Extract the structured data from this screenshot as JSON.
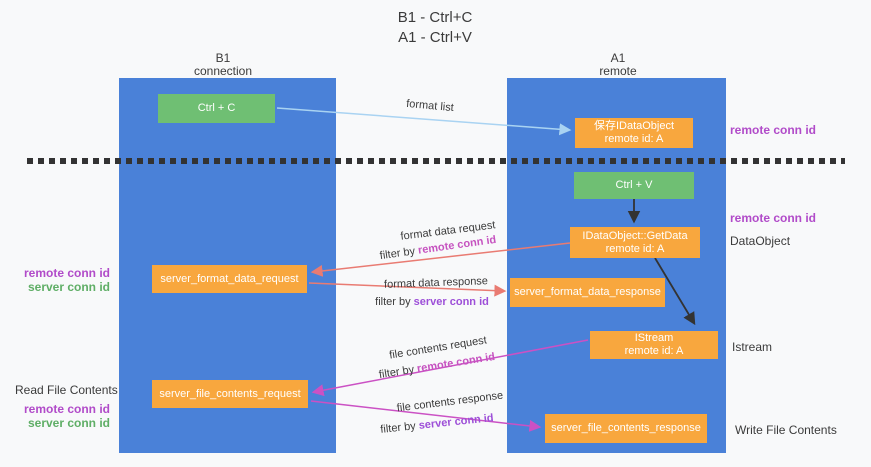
{
  "title": {
    "line1": "B1 - Ctrl+C",
    "line2": "A1 - Ctrl+V"
  },
  "lifelines": {
    "b1": {
      "name": "B1",
      "role": "connection"
    },
    "a1": {
      "name": "A1",
      "role": "remote"
    }
  },
  "nodes": {
    "ctrl_c": {
      "label": "Ctrl + C"
    },
    "ctrl_v": {
      "label": "Ctrl + V"
    },
    "save_dataobject": {
      "line1": "保存IDataObject",
      "line2": "remote id: A"
    },
    "getdata": {
      "line1": "IDataObject::GetData",
      "line2": "remote id: A"
    },
    "istream": {
      "line1": "IStream",
      "line2": "remote id: A"
    },
    "format_request": {
      "label": "server_format_data_request"
    },
    "format_response": {
      "label": "server_format_data_response"
    },
    "file_request": {
      "label": "server_file_contents_request"
    },
    "file_response": {
      "label": "server_file_contents_response"
    }
  },
  "arrows": {
    "format_list": {
      "label": "format list"
    },
    "format_data_request": {
      "label": "format data request",
      "filter_prefix": "filter by ",
      "filter_key": "remote conn id"
    },
    "format_data_response": {
      "label": "format data response",
      "filter_prefix": "filter by ",
      "filter_key": "server conn id"
    },
    "file_contents_request": {
      "label": "file contents request",
      "filter_prefix": "filter by ",
      "filter_key": "remote conn id"
    },
    "file_contents_response": {
      "label": "file contents response",
      "filter_prefix": "filter by ",
      "filter_key": "server conn id"
    }
  },
  "annotations": {
    "right_top_conn_id": "remote conn id",
    "right_mid_conn_id": "remote conn id",
    "dataobject": "DataObject",
    "istream": "Istream",
    "write_file_contents": "Write File Contents",
    "read_file_contents": "Read File Contents",
    "left_format_remote": "remote conn id",
    "left_format_server": "server conn id",
    "left_file_remote": "remote conn id",
    "left_file_server": "server conn id"
  },
  "colors": {
    "background": "#f8f9fa",
    "column_blue": "#4a81d8",
    "box_green": "#6fbf73",
    "box_orange": "#f8a73e",
    "arrow_salmon": "#e97b72",
    "arrow_magenta": "#cb51c4",
    "arrow_lightblue": "#a9d3f2",
    "arrow_black": "#333333",
    "label_purple": "#b14bc9",
    "label_green": "#5fae66",
    "text_dark": "#3b3b3b"
  }
}
